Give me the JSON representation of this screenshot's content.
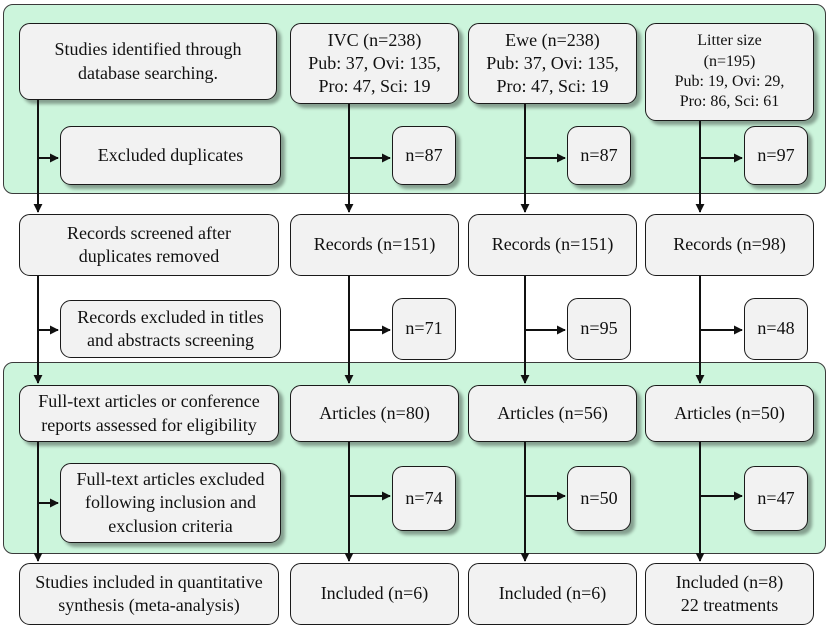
{
  "colors": {
    "band": "#ccf5dc",
    "box": "#f2f2f2",
    "stroke": "#1a1a1a"
  },
  "boxes": {
    "studies_identified": "Studies identified through\ndatabase searching.",
    "excluded_duplicates": "Excluded duplicates",
    "records_screened": "Records screened after\nduplicates removed",
    "records_excluded": "Records excluded in titles\nand abstracts screening",
    "fulltext_assessed": "Full-text articles or conference\nreports assessed for eligibility",
    "fulltext_excluded": "Full-text articles excluded\nfollowing inclusion and\nexclusion criteria",
    "studies_included": "Studies included in quantitative\nsynthesis (meta-analysis)",
    "ivc_identified": "IVC (n=238)\nPub: 37, Ovi: 135,\nPro: 47, Sci: 19",
    "ivc_dup": "n=87",
    "ivc_records": "Records (n=151)",
    "ivc_excluded": "n=71",
    "ivc_articles": "Articles (n=80)",
    "ivc_art_excluded": "n=74",
    "ivc_included": "Included (n=6)",
    "ewe_identified": "Ewe (n=238)\nPub: 37, Ovi: 135,\nPro: 47, Sci: 19",
    "ewe_dup": "n=87",
    "ewe_records": "Records (n=151)",
    "ewe_excluded": "n=95",
    "ewe_articles": "Articles (n=56)",
    "ewe_art_excluded": "n=50",
    "ewe_included": "Included (n=6)",
    "ls_identified": "Litter size\n(n=195)\nPub: 19, Ovi: 29,\nPro: 86, Sci: 61",
    "ls_dup": "n=97",
    "ls_records": "Records (n=98)",
    "ls_excluded": "n=48",
    "ls_articles": "Articles (n=50)",
    "ls_art_excluded": "n=47",
    "ls_included": "Included (n=8)\n22 treatments"
  }
}
